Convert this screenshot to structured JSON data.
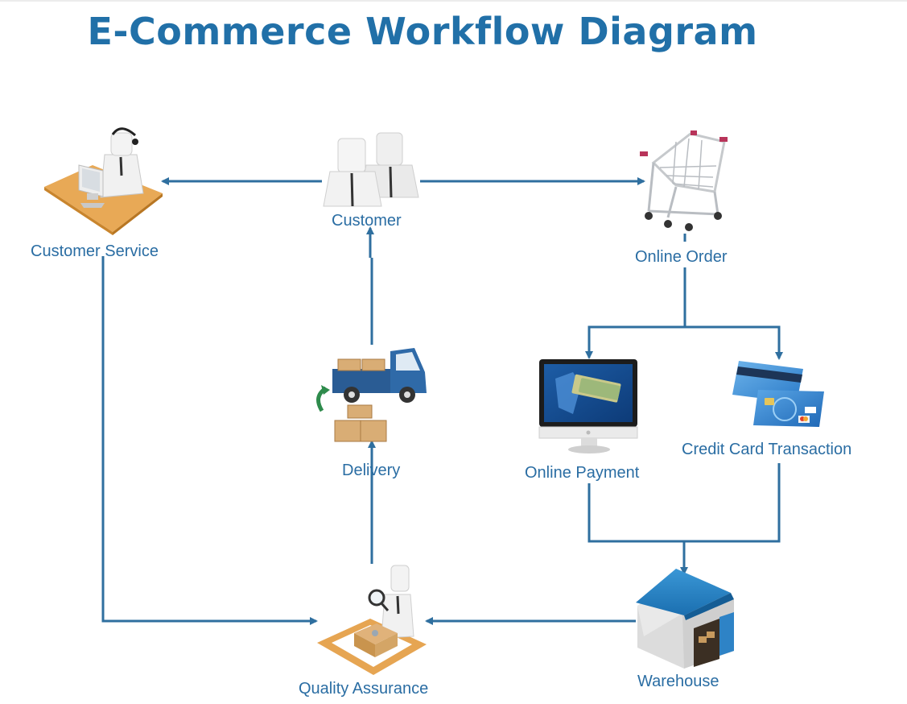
{
  "title": "E-Commerce Workflow Diagram",
  "colors": {
    "accent": "#2170a8",
    "connector": "#2f6f9f",
    "label": "#2a6da3"
  },
  "nodes": [
    {
      "id": "customer_service",
      "label": "Customer Service",
      "icon": "support-agent-desk-icon"
    },
    {
      "id": "customer",
      "label": "Customer",
      "icon": "customers-icon"
    },
    {
      "id": "online_order",
      "label": "Online Order",
      "icon": "shopping-cart-icon"
    },
    {
      "id": "online_payment",
      "label": "Online Payment",
      "icon": "monitor-payment-icon"
    },
    {
      "id": "credit_card",
      "label": "Credit Card Transaction",
      "icon": "credit-cards-icon"
    },
    {
      "id": "delivery",
      "label": "Delivery",
      "icon": "delivery-truck-icon"
    },
    {
      "id": "warehouse",
      "label": "Warehouse",
      "icon": "warehouse-icon"
    },
    {
      "id": "quality_assurance",
      "label": "Quality Assurance",
      "icon": "inspector-icon"
    }
  ],
  "edges": [
    {
      "from": "customer",
      "to": "customer_service"
    },
    {
      "from": "customer",
      "to": "online_order"
    },
    {
      "from": "online_order",
      "to": "online_payment"
    },
    {
      "from": "online_order",
      "to": "credit_card"
    },
    {
      "from": "online_payment",
      "to": "warehouse"
    },
    {
      "from": "credit_card",
      "to": "warehouse"
    },
    {
      "from": "warehouse",
      "to": "quality_assurance"
    },
    {
      "from": "customer_service",
      "to": "quality_assurance"
    },
    {
      "from": "quality_assurance",
      "to": "delivery"
    },
    {
      "from": "delivery",
      "to": "customer"
    }
  ]
}
